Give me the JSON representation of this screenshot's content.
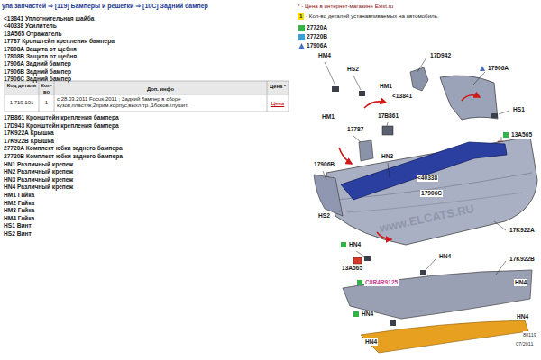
{
  "diagram": {
    "title": "упа запчастей ⇒ [119] Бамперы и решетки ⇒ [10С] Задний бампер",
    "labels": [
      "<13841 Уплотнительная шайба",
      "<40338 Усилитель",
      "13A565 Отражатель",
      "17787 Кронштейн крепления бампера",
      "17808A Защита от щебня",
      "17808B Защита от щебня",
      "17906A Задний бампер",
      "17906B Задний бампер",
      "17906C Задний бампер",
      "Код детали",
      "Кол-во",
      "Доп. инфо",
      "Цена *",
      "1 719 101",
      "1",
      "с 28.03.2011 Focus 2011 ; Задний бампер в сборе кузов,пластик,2прим.корпус,выхл.тр.,1боков.глушит.",
      "Цена",
      "17B861 Кронштейн крепления бампера",
      "17D943 Кронштейн крепления бампера",
      "17K922A Крышка",
      "17K922B Крышка",
      "27720A Комплект юбки заднего бампера",
      "27720B Комплект юбки заднего бампера",
      "HN1 Различный крепеж",
      "HN2 Различный крепеж",
      "HN3 Различный крепеж",
      "HN4 Различный крепеж",
      "HM1 Гайка",
      "HM2 Гайка",
      "HM3 Гайка",
      "HM4 Гайка",
      "HS1 Винт",
      "HS2 Винт",
      "* - Цена в интернет-магазине Exist.ru",
      "1",
      "- Кол-во деталей устанавливаемых на автомобиль.",
      "HM4",
      "HS2",
      "17D942",
      "17906A",
      "HM1",
      "<13841",
      "HS1",
      "17B861",
      "HM1",
      "17787",
      "13A565",
      "HN3",
      "17906B",
      "<40338",
      "17906C",
      "HS2",
      "17K922A",
      "HN4",
      "13A565",
      "HN4",
      "17K922B",
      "C8R4R9125",
      "HN4",
      "HN4",
      "HN4",
      "HN4",
      "www.ELCATS.RU",
      "80119",
      "07/2011"
    ],
    "legend": [
      {
        "text": "27720A",
        "color": "#36b24a"
      },
      {
        "text": "27720B",
        "color": "#3a9fd8"
      },
      {
        "text": "17906A"
      }
    ]
  }
}
